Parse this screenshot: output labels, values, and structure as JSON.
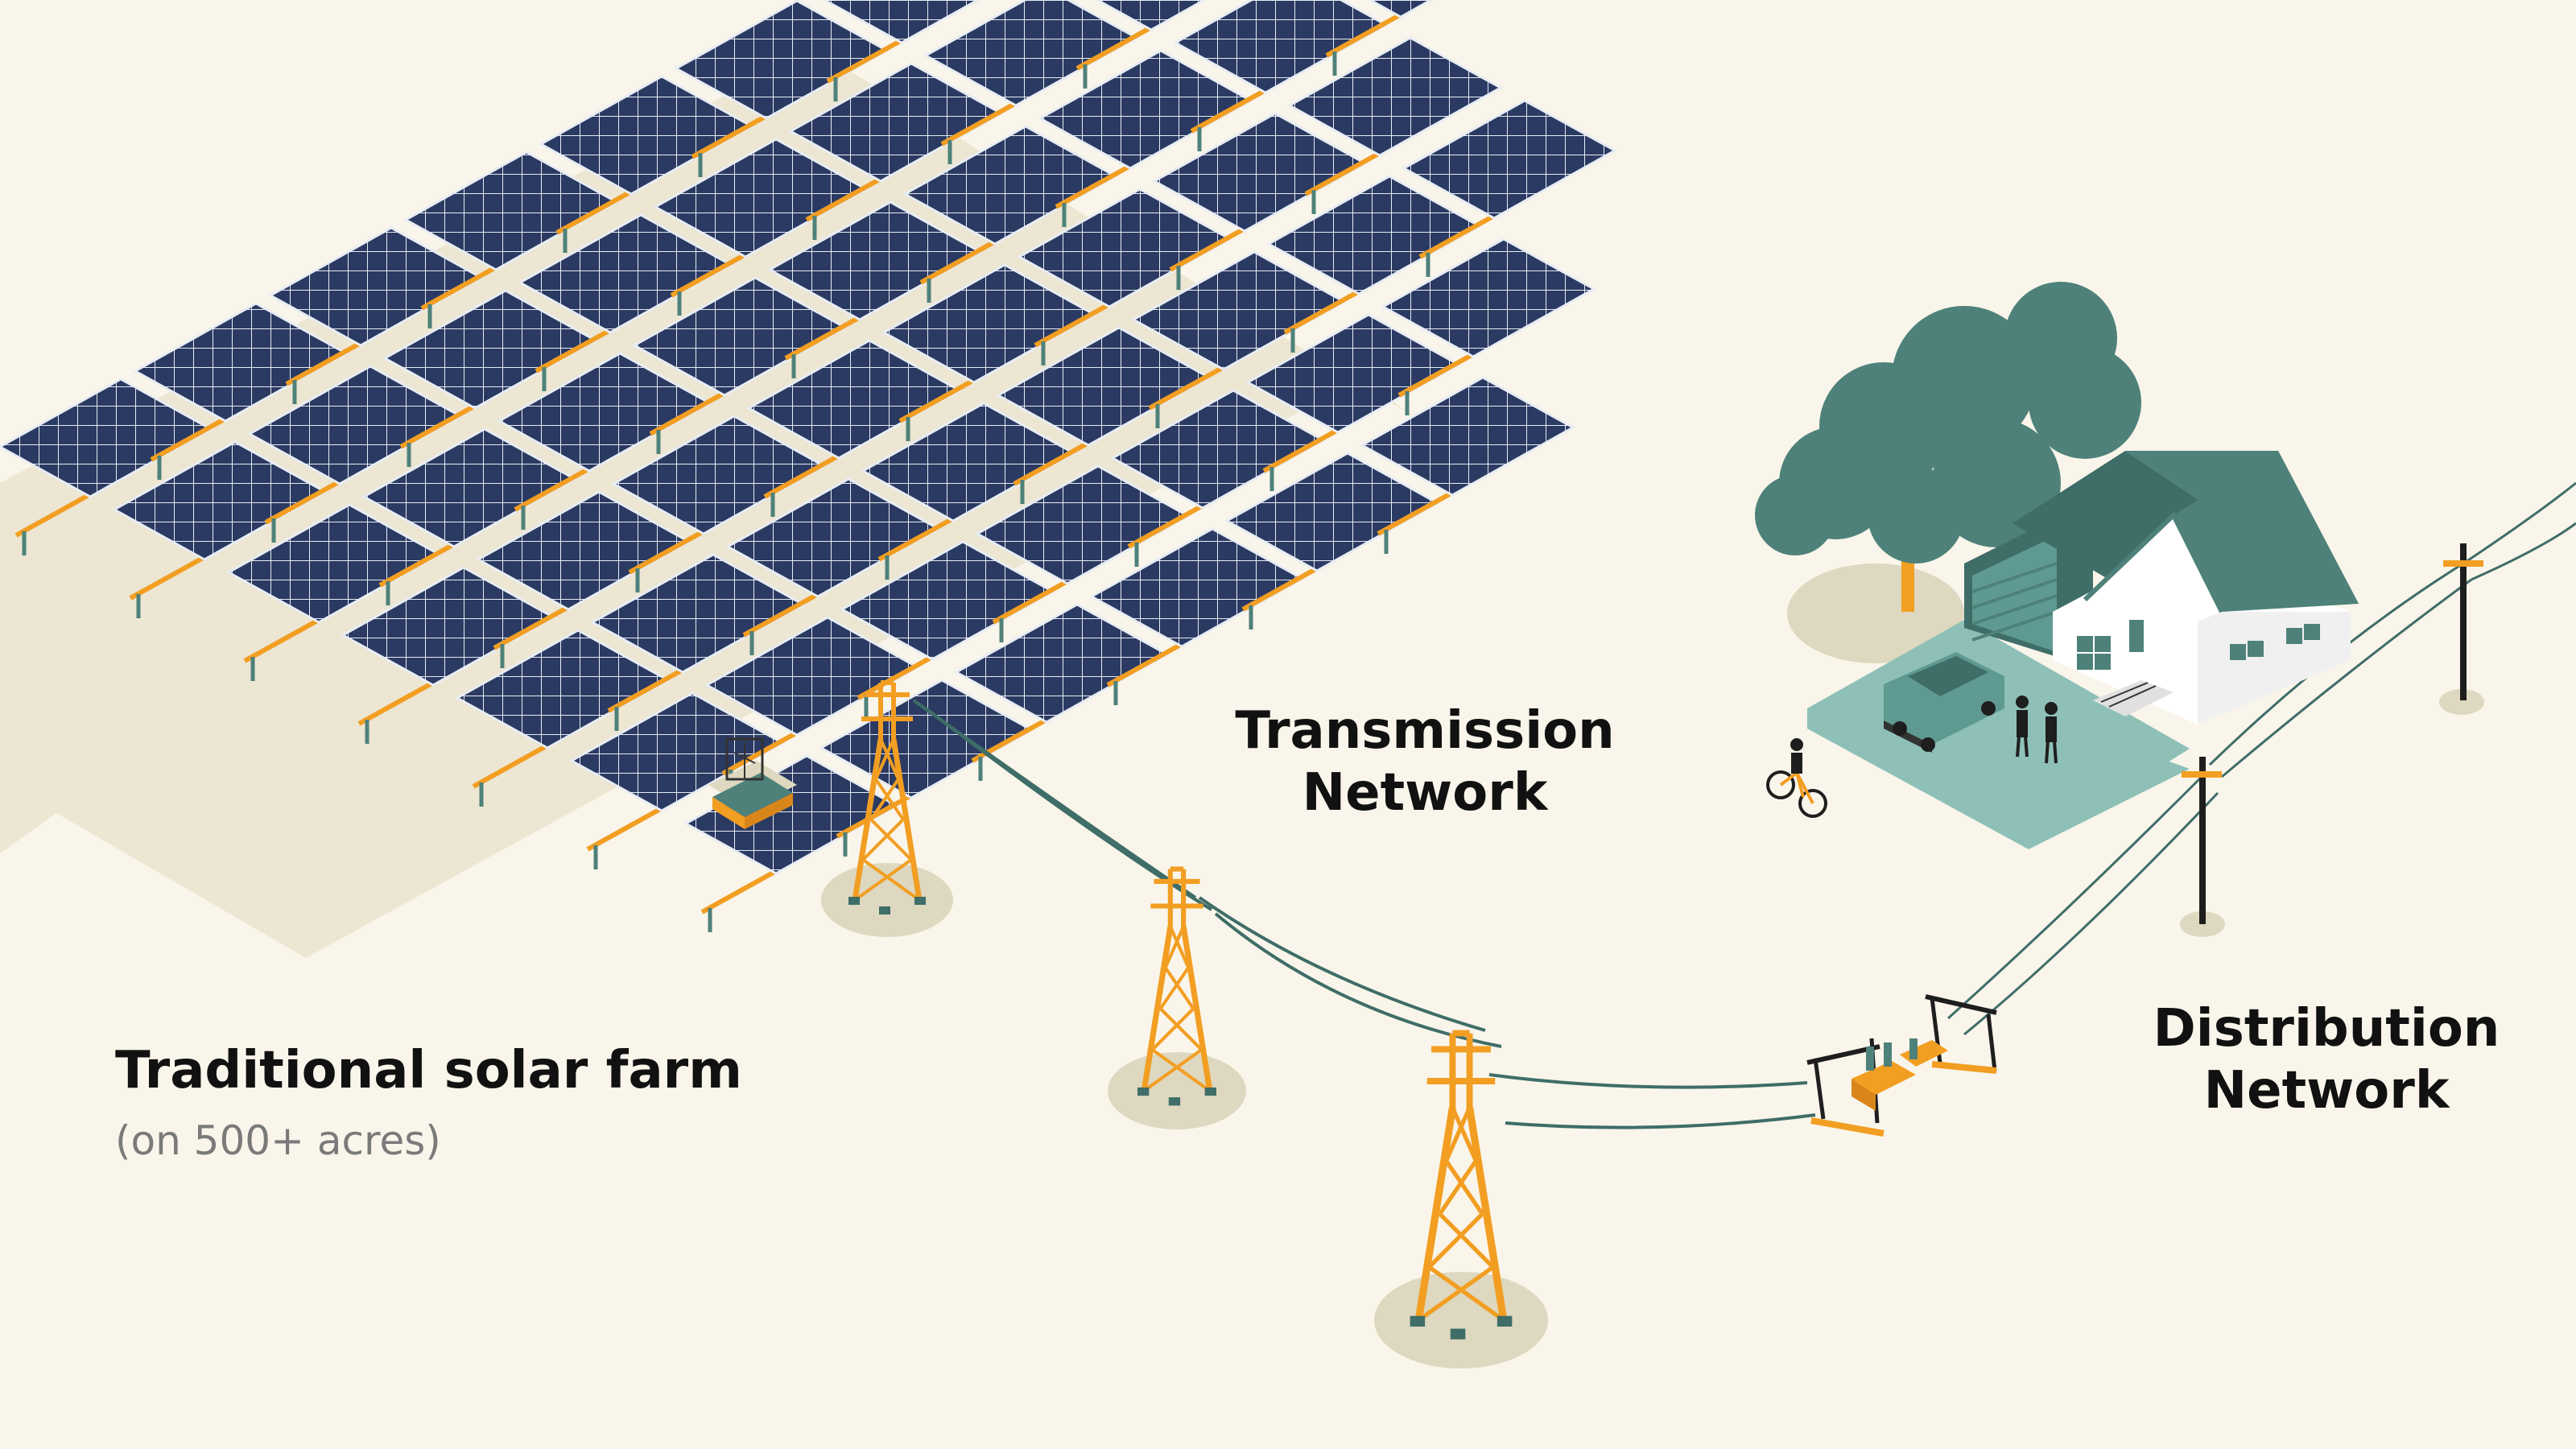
{
  "labels": {
    "transmission": {
      "line1": "Transmission",
      "line2": "Network"
    },
    "distribution": {
      "line1": "Distribution",
      "line2": "Network"
    },
    "solar_farm": {
      "title": "Traditional solar farm",
      "subtitle": "(on 500+ acres)"
    }
  },
  "colors": {
    "background": "#f9f5ea",
    "panel": "#2b3a62",
    "panel_grid": "#e8edf4",
    "tower": "#f29e22",
    "teal": "#4e8179",
    "lawn": "#8ec0b8",
    "ground_shadow": "#ddd8bf",
    "wire": "#3f6d68",
    "pole": "#1e1e1e"
  },
  "icons": [
    "solar-panel-icon",
    "transmission-tower-icon",
    "substation-icon",
    "house-icon",
    "tree-icon",
    "car-icon",
    "cyclist-icon",
    "people-icon",
    "utility-pole-icon"
  ]
}
